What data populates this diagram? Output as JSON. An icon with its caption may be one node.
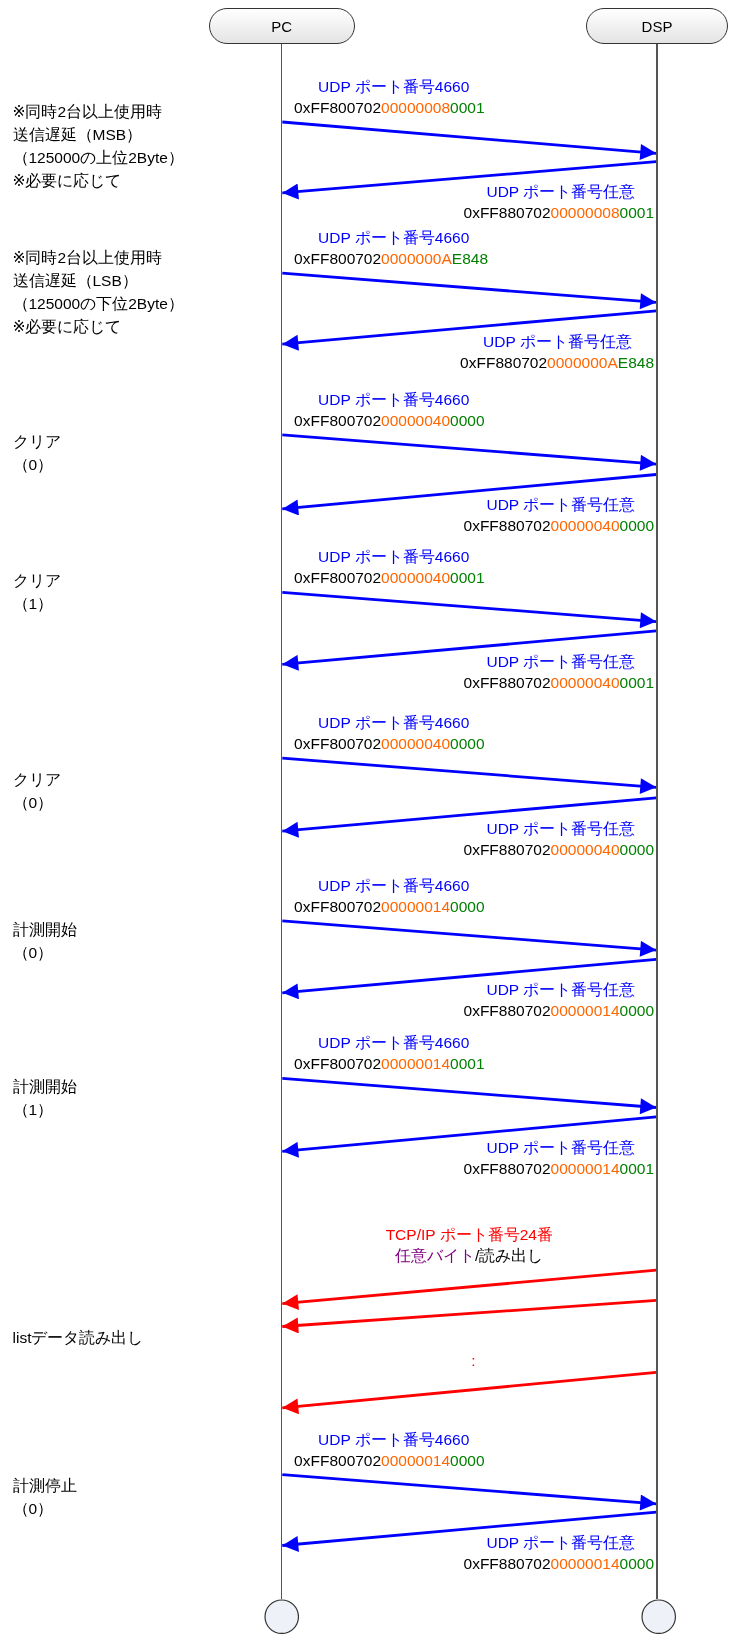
{
  "diagram": {
    "nodes": [
      {
        "text": [
          "PC"
        ]
      },
      {
        "text": [
          "DSP"
        ]
      },
      {
        "text": [],
        "shape": "circle"
      },
      {
        "text": [],
        "shape": "circle"
      },
      {
        "text": [],
        "shape": "bar"
      },
      {
        "text": [],
        "shape": "bar"
      }
    ],
    "edges": [
      {
        "from": 4,
        "to": 5,
        "arrow": "to",
        "label": "UDP ポート番号4660 0xFF800702000000080001"
      },
      {
        "from": 5,
        "to": 4,
        "arrow": "to",
        "label": "UDP ポート番号任意 0xFF880702000000080001"
      },
      {
        "from": 4,
        "to": 5,
        "arrow": "to",
        "label": "UDP ポート番号4660 0xFF8007020000000AE848"
      },
      {
        "from": 5,
        "to": 4,
        "arrow": "to",
        "label": "UDP ポート番号任意 0xFF8807020000000AE848"
      },
      {
        "from": 4,
        "to": 5,
        "arrow": "to",
        "label": "UDP ポート番号4660 0xFF800702000000400000"
      },
      {
        "from": 5,
        "to": 4,
        "arrow": "to",
        "label": "UDP ポート番号任意 0xFF880702000000400000"
      },
      {
        "from": 4,
        "to": 5,
        "arrow": "to",
        "label": "UDP ポート番号4660 0xFF800702000000400001"
      },
      {
        "from": 5,
        "to": 4,
        "arrow": "to",
        "label": "UDP ポート番号任意 0xFF880702000000400001"
      },
      {
        "from": 4,
        "to": 5,
        "arrow": "to",
        "label": "UDP ポート番号4660 0xFF800702000000400000"
      },
      {
        "from": 5,
        "to": 4,
        "arrow": "to",
        "label": "UDP ポート番号任意 0xFF880702000000400000"
      },
      {
        "from": 4,
        "to": 5,
        "arrow": "to",
        "label": "UDP ポート番号4660 0xFF800702000000140000"
      },
      {
        "from": 5,
        "to": 4,
        "arrow": "to",
        "label": "UDP ポート番号任意 0xFF880702000000140000"
      },
      {
        "from": 4,
        "to": 5,
        "arrow": "to",
        "label": "UDP ポート番号4660 0xFF800702000000140001"
      },
      {
        "from": 5,
        "to": 4,
        "arrow": "to",
        "label": "UDP ポート番号任意 0xFF880702000000140001"
      },
      {
        "from": 5,
        "to": 4,
        "arrow": "to",
        "color": "#ff0000",
        "label": "TCP/IP ポート番号24番任意バイト/読み出し"
      },
      {
        "from": 5,
        "to": 4,
        "arrow": "to",
        "color": "#ff0000"
      },
      {
        "from": 5,
        "to": 4,
        "arrow": "to",
        "color": "#ff0000"
      },
      {
        "from": 4,
        "to": 5,
        "arrow": "to",
        "label": "UDP ポート番号4660 0xFF800702000000140000"
      },
      {
        "from": 5,
        "to": 4,
        "arrow": "to",
        "label": "UDP ポート番号任意 0xFF880702000000140000"
      }
    ],
    "labels": [
      "※同時2台以上使用時",
      "送信遅延（MSB）",
      "（125000の上位2Byte）",
      "※必要に応じて",
      "※同時2台以上使用時",
      "送信遅延（LSB）",
      "（125000の下位2Byte）",
      "※必要に応じて",
      "クリア",
      "（0）",
      "クリア",
      "（1）",
      "クリア",
      "（0）",
      "計測開始",
      "（0）",
      "計測開始",
      "（1）",
      "listデータ読み出し",
      ":",
      "計測停止",
      "（0）"
    ]
  }
}
